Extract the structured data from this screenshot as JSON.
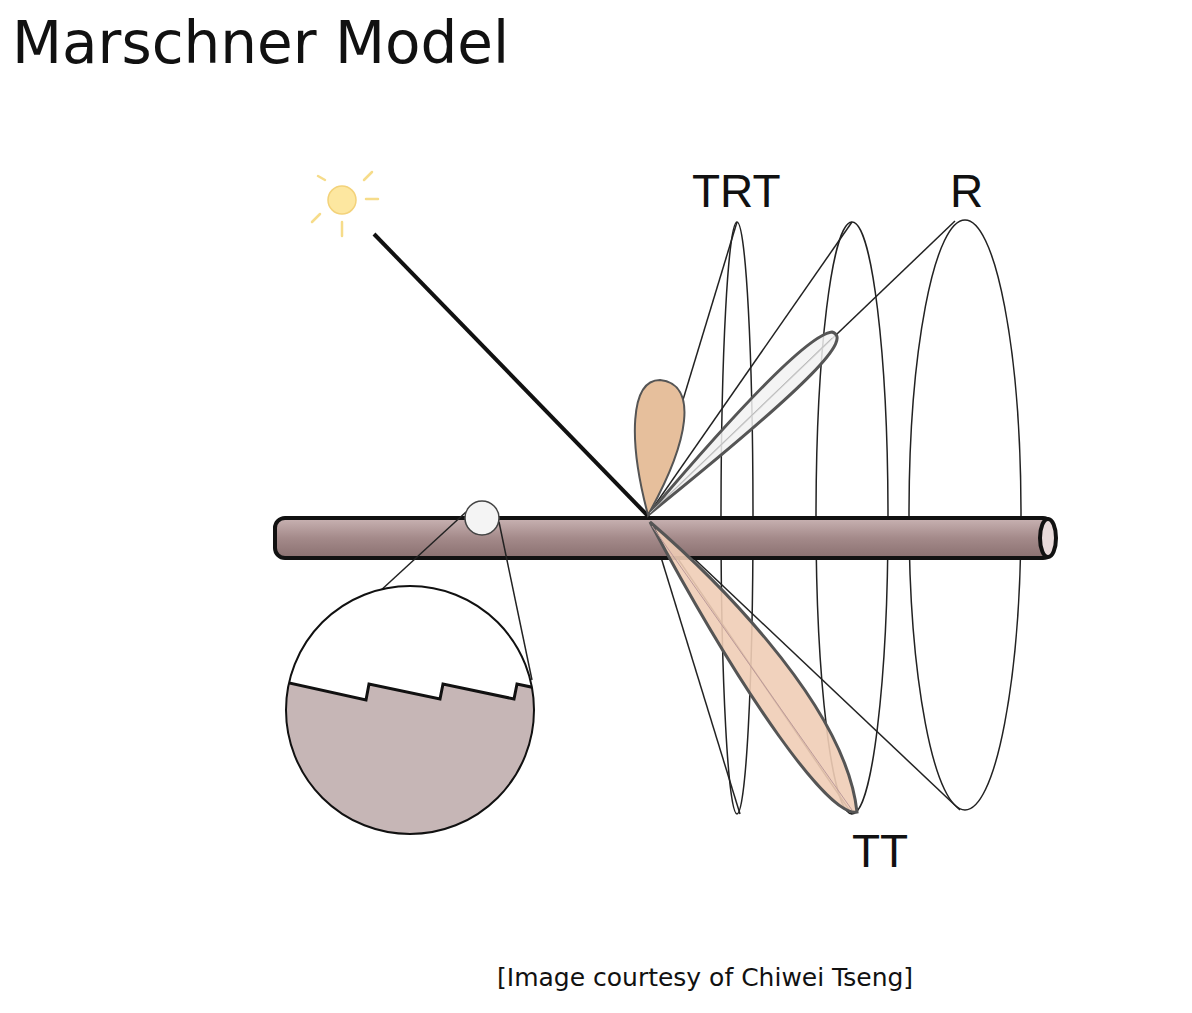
{
  "diagram": {
    "title": "Marschner Model",
    "caption": "[Image courtesy of Chiwei Tseng]",
    "labels": [
      "TRT",
      "R",
      "TT"
    ]
  }
}
